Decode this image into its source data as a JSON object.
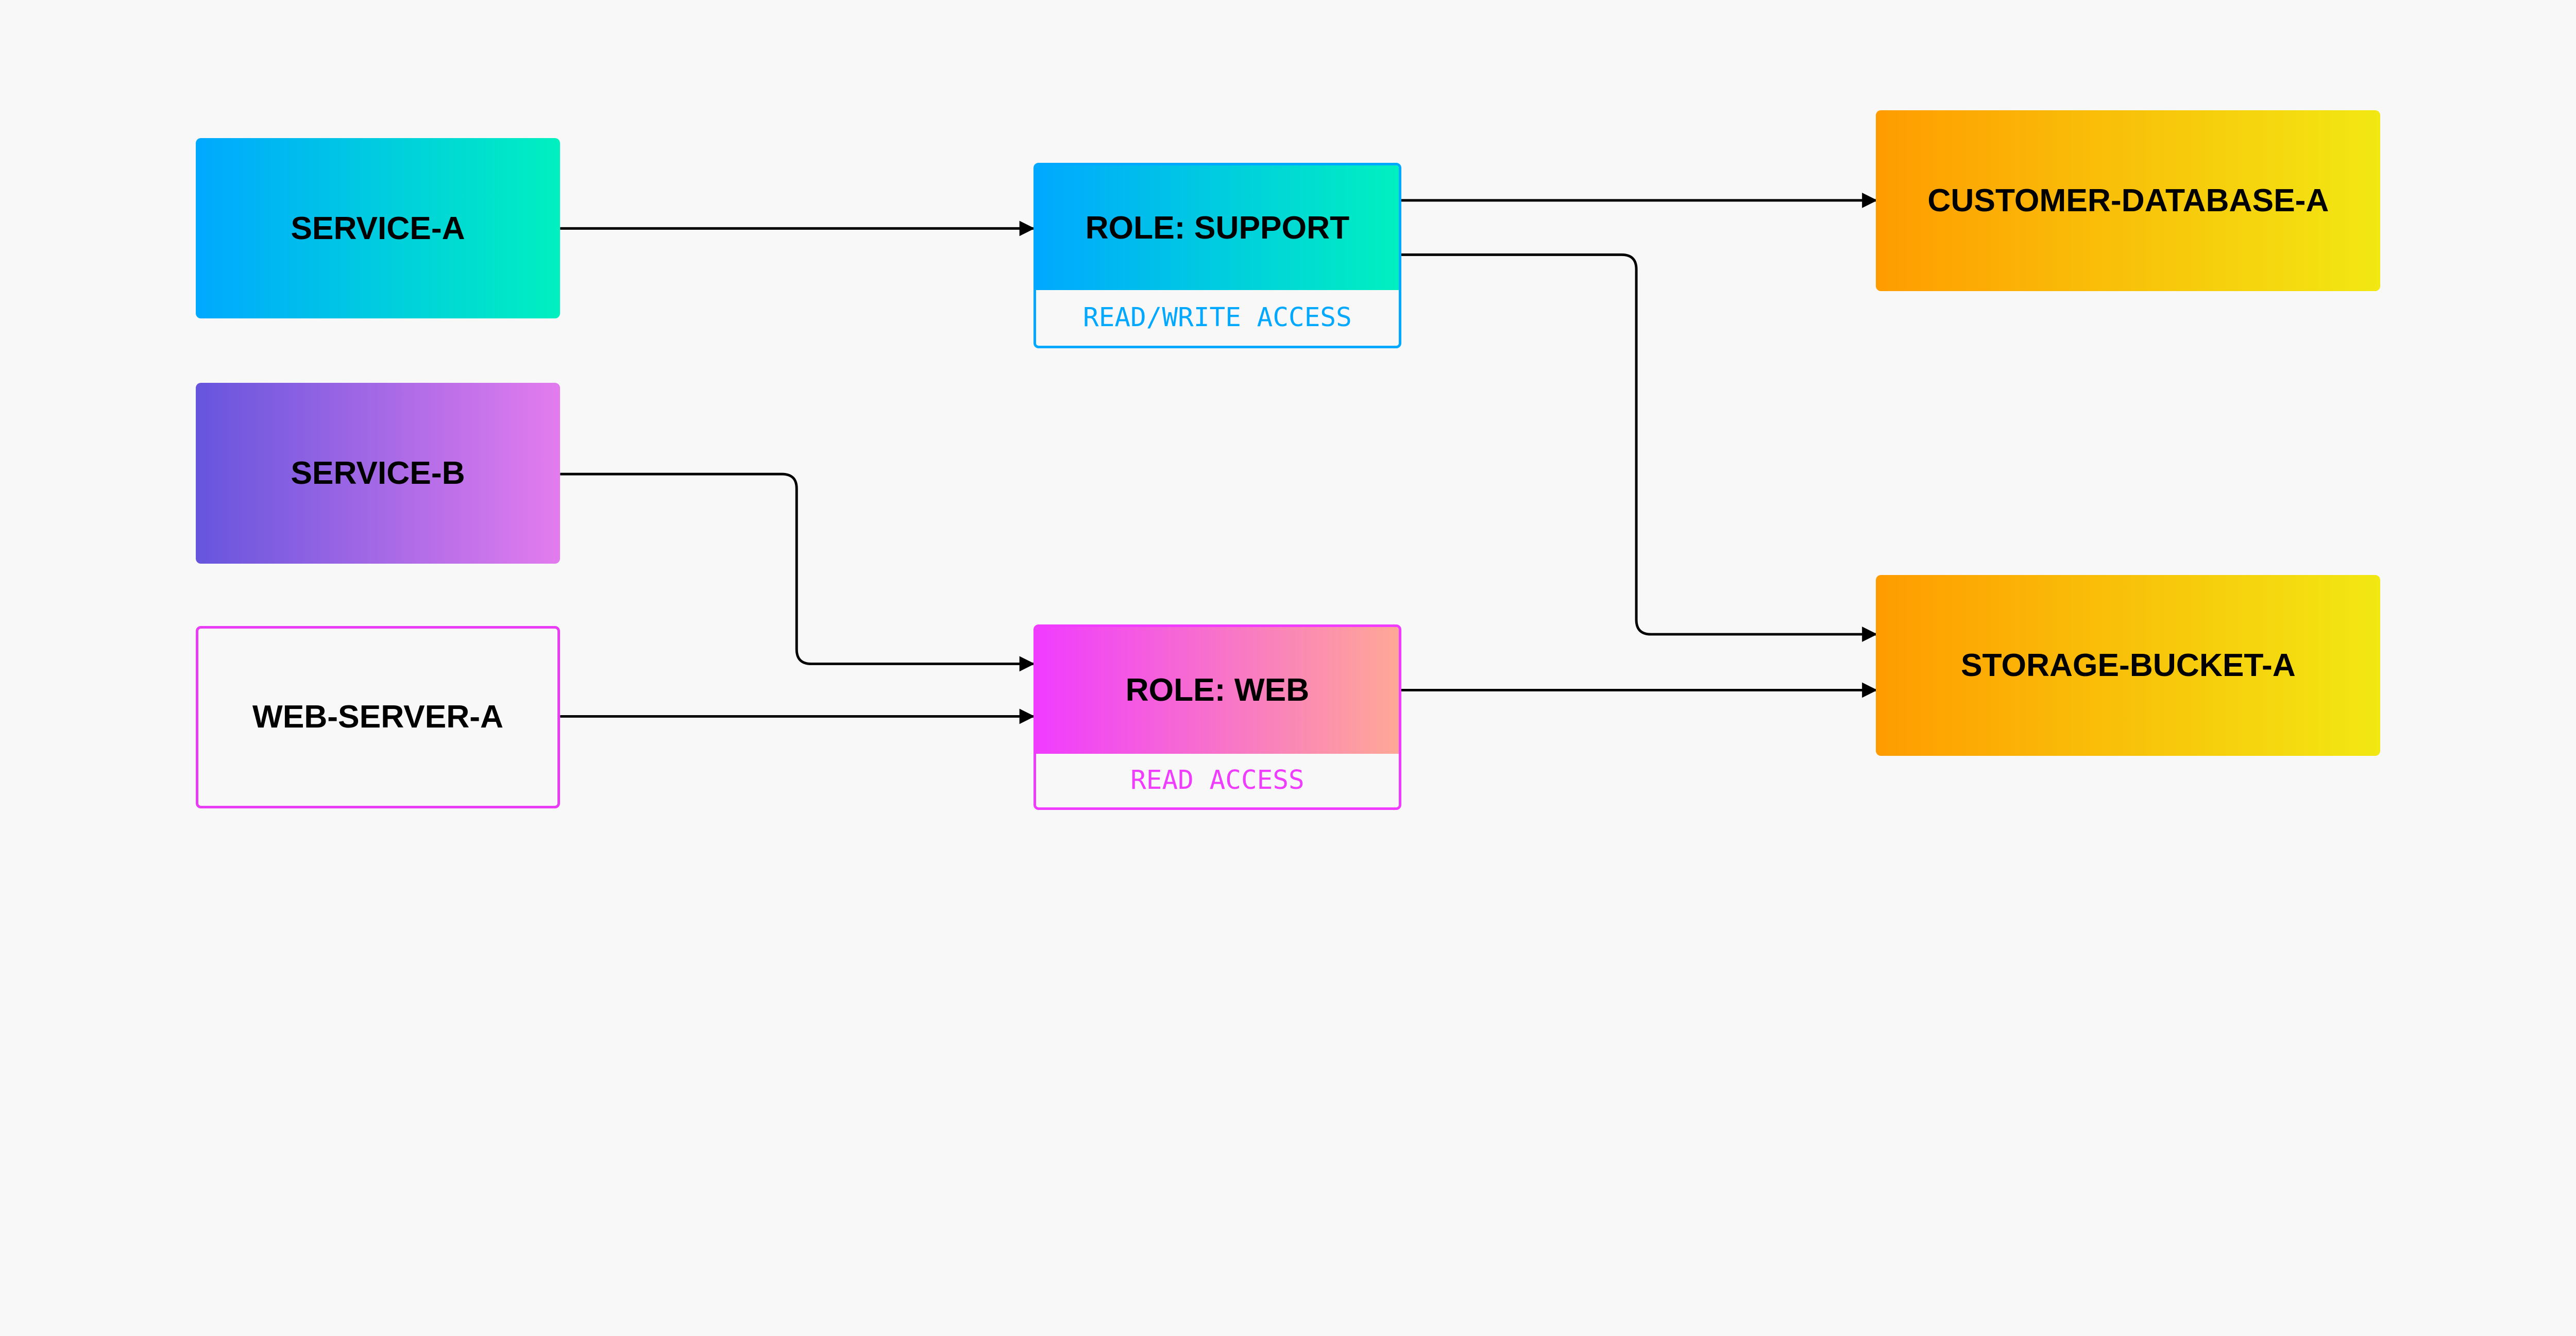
{
  "nodes": {
    "service_a": "SERVICE-A",
    "service_b": "SERVICE-B",
    "web_server_a": "WEB-SERVER-A",
    "role_support": {
      "title": "ROLE: SUPPORT",
      "access": "READ/WRITE ACCESS"
    },
    "role_web": {
      "title": "ROLE: WEB",
      "access": "READ ACCESS"
    },
    "customer_database_a": "CUSTOMER-DATABASE-A",
    "storage_bucket_a": "STORAGE-BUCKET-A"
  },
  "edges": [
    {
      "from": "SERVICE-A",
      "to": "ROLE: SUPPORT"
    },
    {
      "from": "SERVICE-B",
      "to": "ROLE: WEB"
    },
    {
      "from": "WEB-SERVER-A",
      "to": "ROLE: WEB"
    },
    {
      "from": "ROLE: SUPPORT",
      "to": "CUSTOMER-DATABASE-A"
    },
    {
      "from": "ROLE: SUPPORT",
      "to": "STORAGE-BUCKET-A"
    },
    {
      "from": "ROLE: WEB",
      "to": "STORAGE-BUCKET-A"
    }
  ],
  "colors": {
    "support": "#00a8ff",
    "web": "#f03cff",
    "resource": "#ff9c00",
    "edge": "#000000"
  }
}
